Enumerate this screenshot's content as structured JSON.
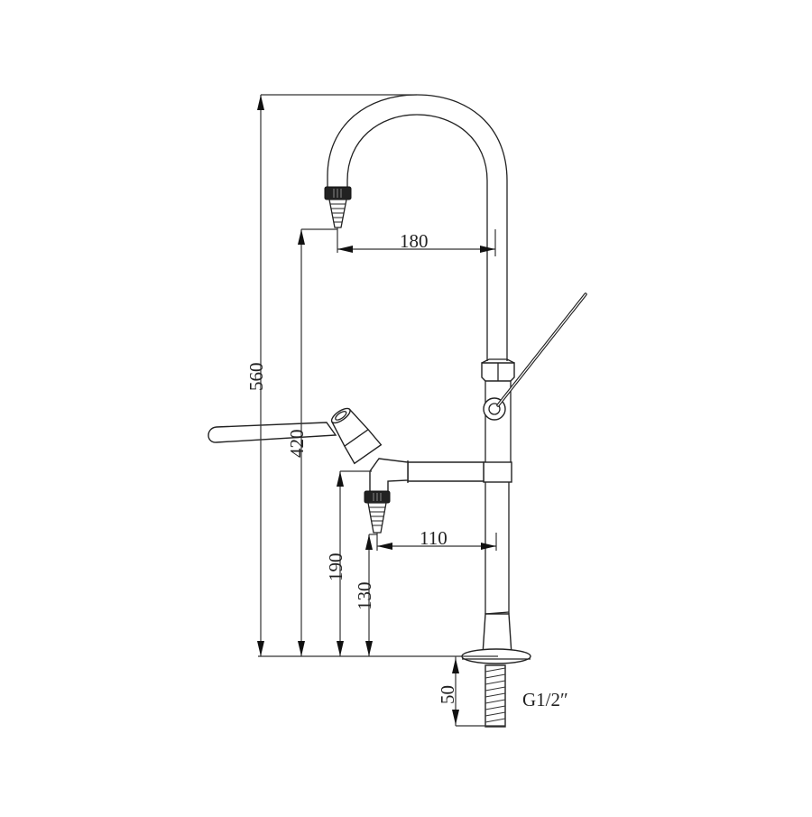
{
  "drawing": {
    "subject": "Laboratory gooseneck faucet with side outlet",
    "line_color": "#222222",
    "background": "#ffffff"
  },
  "dimensions": {
    "total_height": "560",
    "upper_outlet_height": "420",
    "side_valve_height": "190",
    "lower_outlet_height": "130",
    "upper_reach": "180",
    "lower_reach": "110",
    "shank_length": "50",
    "thread_spec": "G1/2″"
  }
}
